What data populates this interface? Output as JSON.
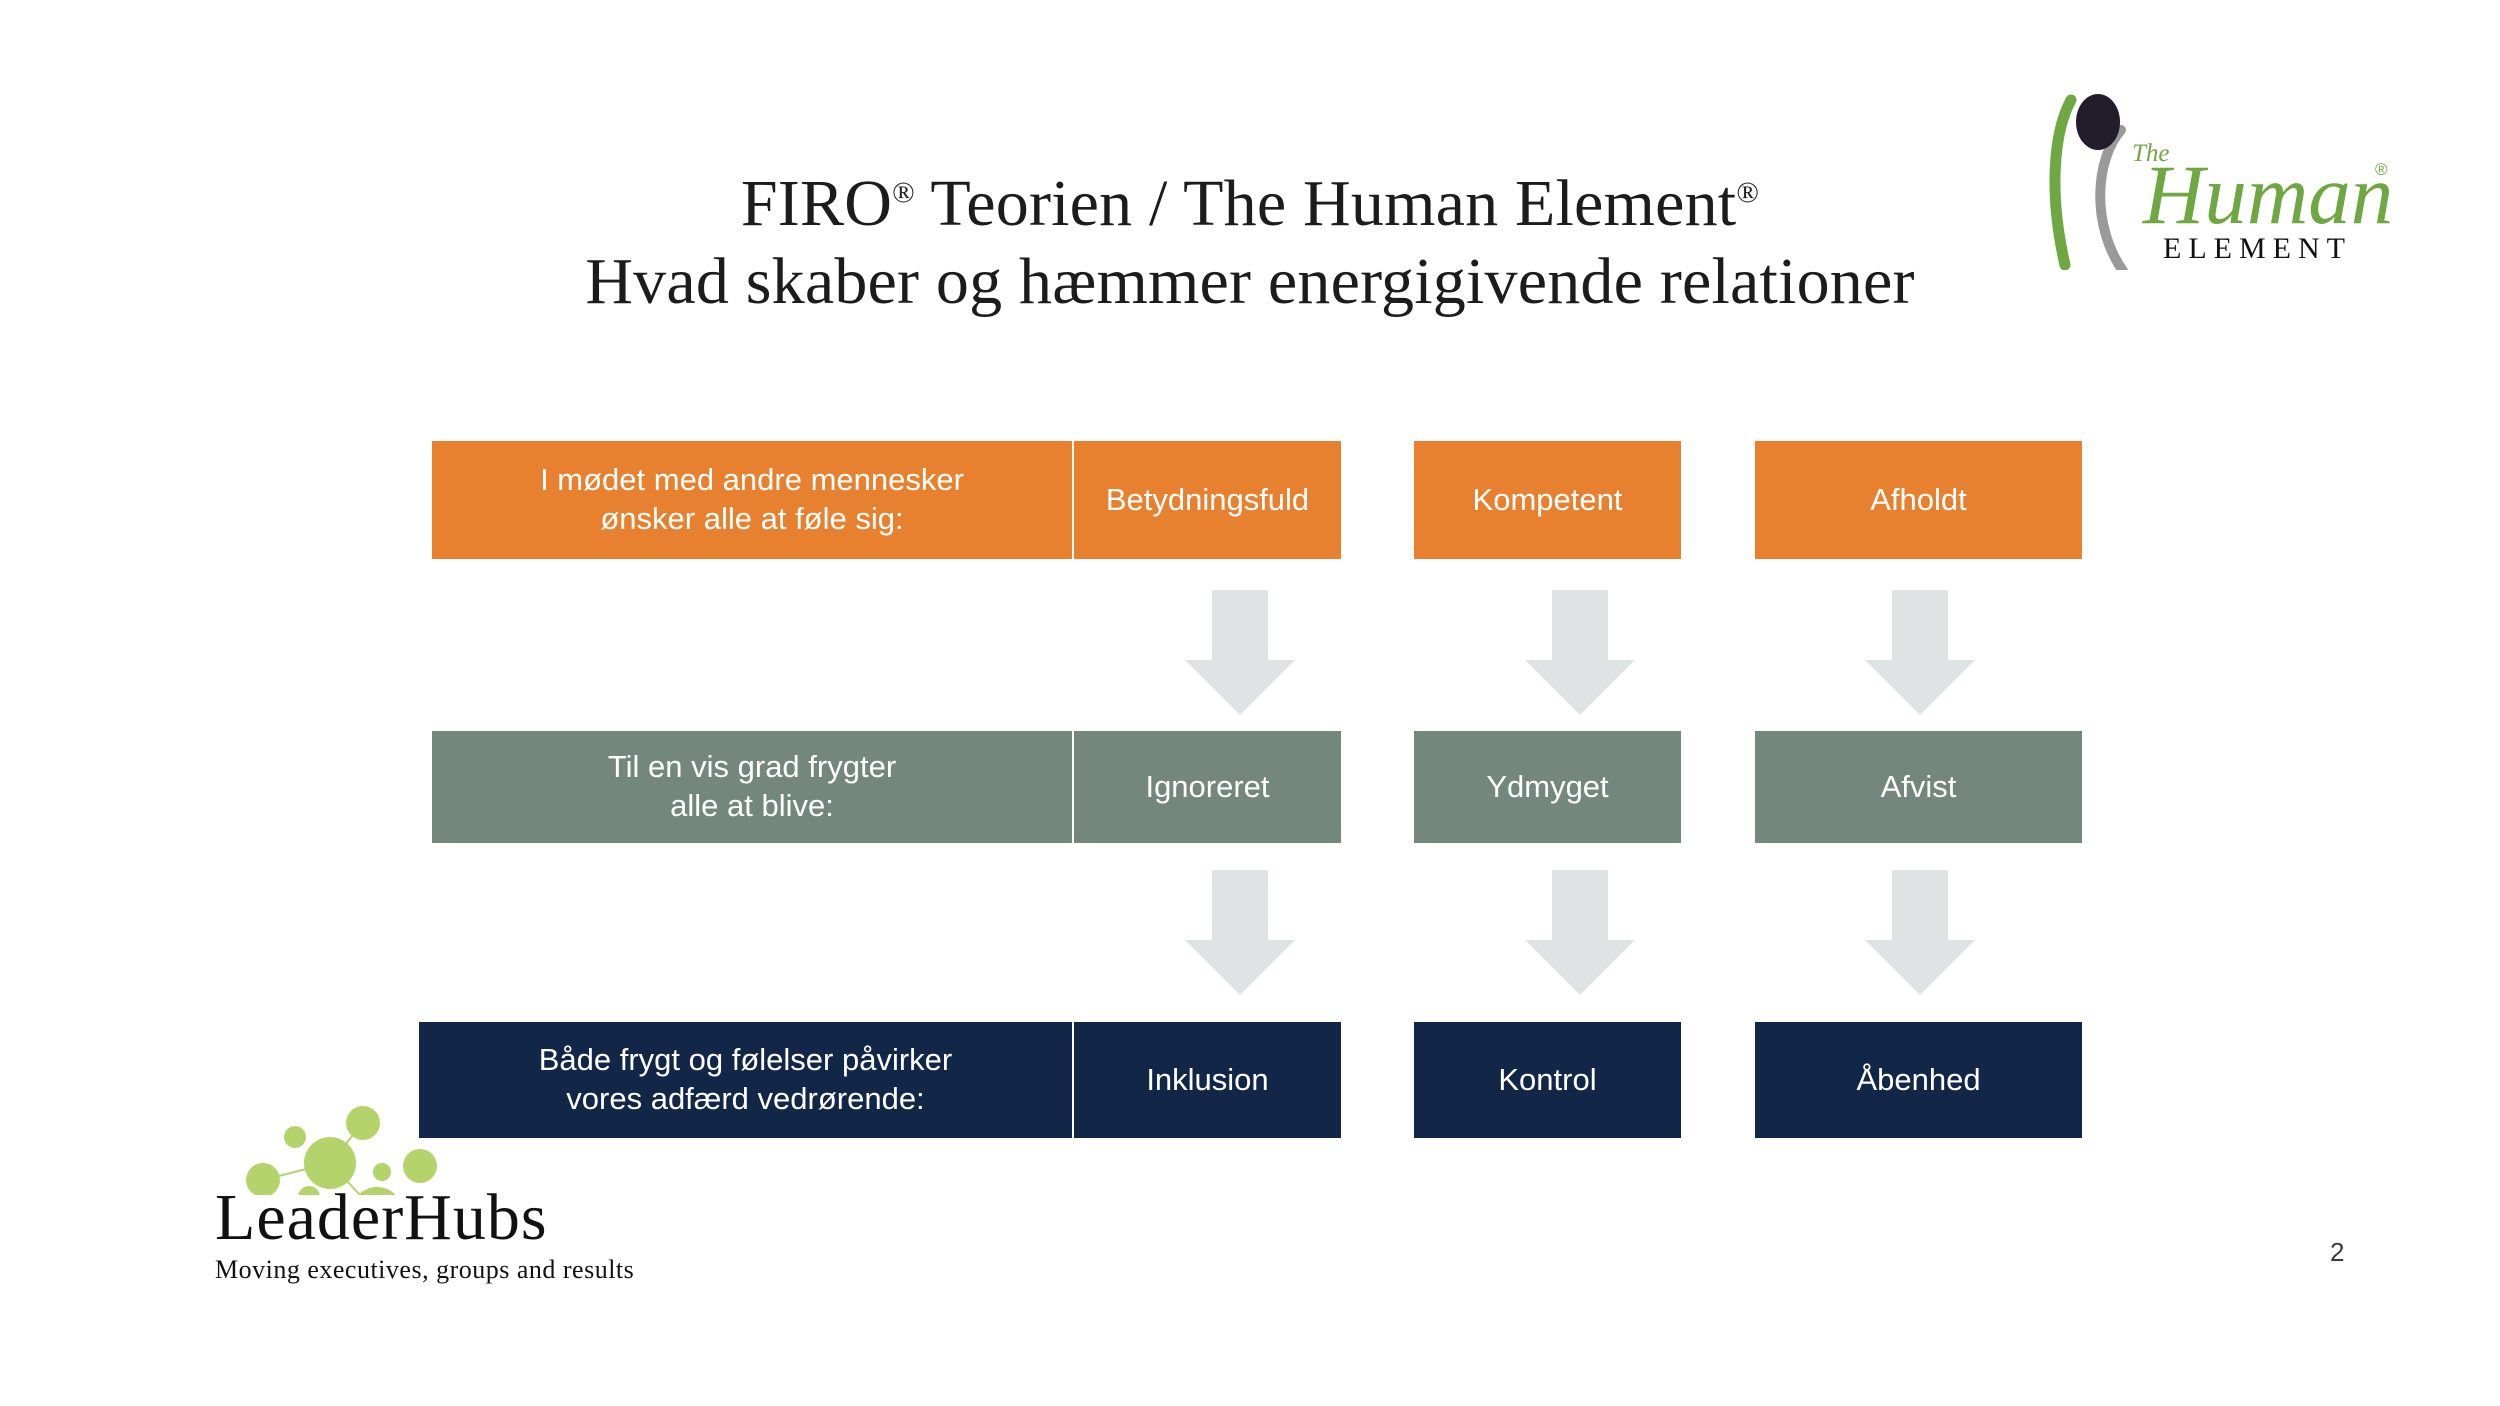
{
  "slide": {
    "page_number": "2",
    "background_color": "#FFFFFF"
  },
  "title": {
    "line1_prefix": "FIRO",
    "line1_reg1": "®",
    "line1_middle": " Teorien / The Human Element",
    "line1_reg2": "®",
    "line2": "Hvad skaber og hæmmer energigivende relationer"
  },
  "colors": {
    "orange": "#E8812F",
    "green": "#74877C",
    "navy": "#122648",
    "arrow": "#DFE3E4",
    "logo_green": "#B4D36B",
    "he_green": "#6FA842",
    "he_gray": "#9A9A9A",
    "he_dark": "#231C2B"
  },
  "matrix": {
    "rows": [
      {
        "id": "wants",
        "color_key": "orange",
        "label": "I mødet med andre mennesker\nønsker alle at føle sig:",
        "label_line1": "I mødet med andre mennesker",
        "label_line2": "ønsker alle at føle sig:",
        "terms": [
          "Betydningsfuld",
          "Kompetent",
          "Afholdt"
        ]
      },
      {
        "id": "fears",
        "color_key": "green",
        "label_line1": "Til en vis grad frygter",
        "label_line2": "alle at blive:",
        "terms": [
          "Ignoreret",
          "Ydmyget",
          "Afvist"
        ]
      },
      {
        "id": "behaviour",
        "color_key": "navy",
        "label_line1": "Både frygt og følelser påvirker",
        "label_line2": "vores adfærd vedrørende:",
        "terms": [
          "Inklusion",
          "Kontrol",
          "Åbenhed"
        ]
      }
    ],
    "arrow_rows": 2,
    "arrow_columns": 3,
    "arrow_direction": "down"
  },
  "human_element_logo": {
    "script_the": "The",
    "script_human": "Human",
    "element_word": "E L E M E N T",
    "registered": "®"
  },
  "leaderhubs_logo": {
    "name": "LeaderHubs",
    "tagline": "Moving executives, groups and results"
  }
}
